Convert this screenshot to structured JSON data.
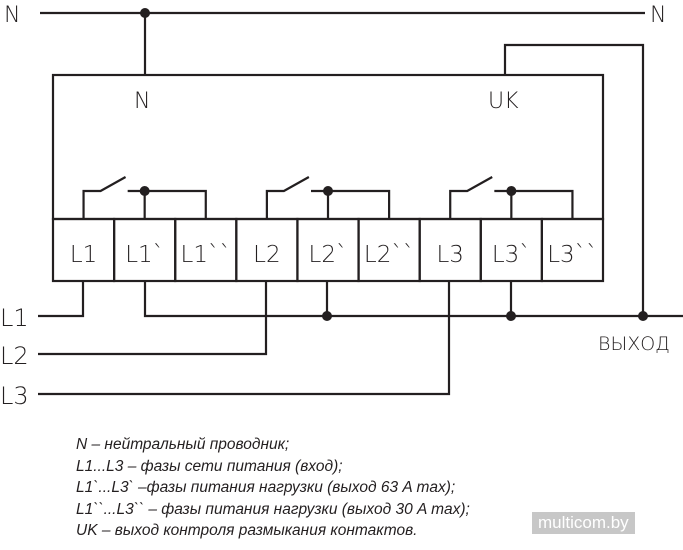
{
  "wires": {
    "neutral_left": "N",
    "neutral_right": "N",
    "device_n": "N",
    "device_uk": "UK",
    "input_l1": "L1",
    "input_l2": "L2",
    "input_l3": "L3",
    "output": "ВЫХОД"
  },
  "terminals": [
    "L1",
    "L1`",
    "L1``",
    "L2",
    "L2`",
    "L2``",
    "L3",
    "L3`",
    "L3``"
  ],
  "legend": [
    "N – нейтральный проводник;",
    "L1...L3 – фазы сети питания (вход);",
    "L1`...L3` –фазы питания нагрузки (выход 63 A max);",
    "L1``...L3`` – фазы питания нагрузки (выход 30 A max);",
    "UK – выход контроля размыкания контактов."
  ],
  "watermark": "multicom.by"
}
